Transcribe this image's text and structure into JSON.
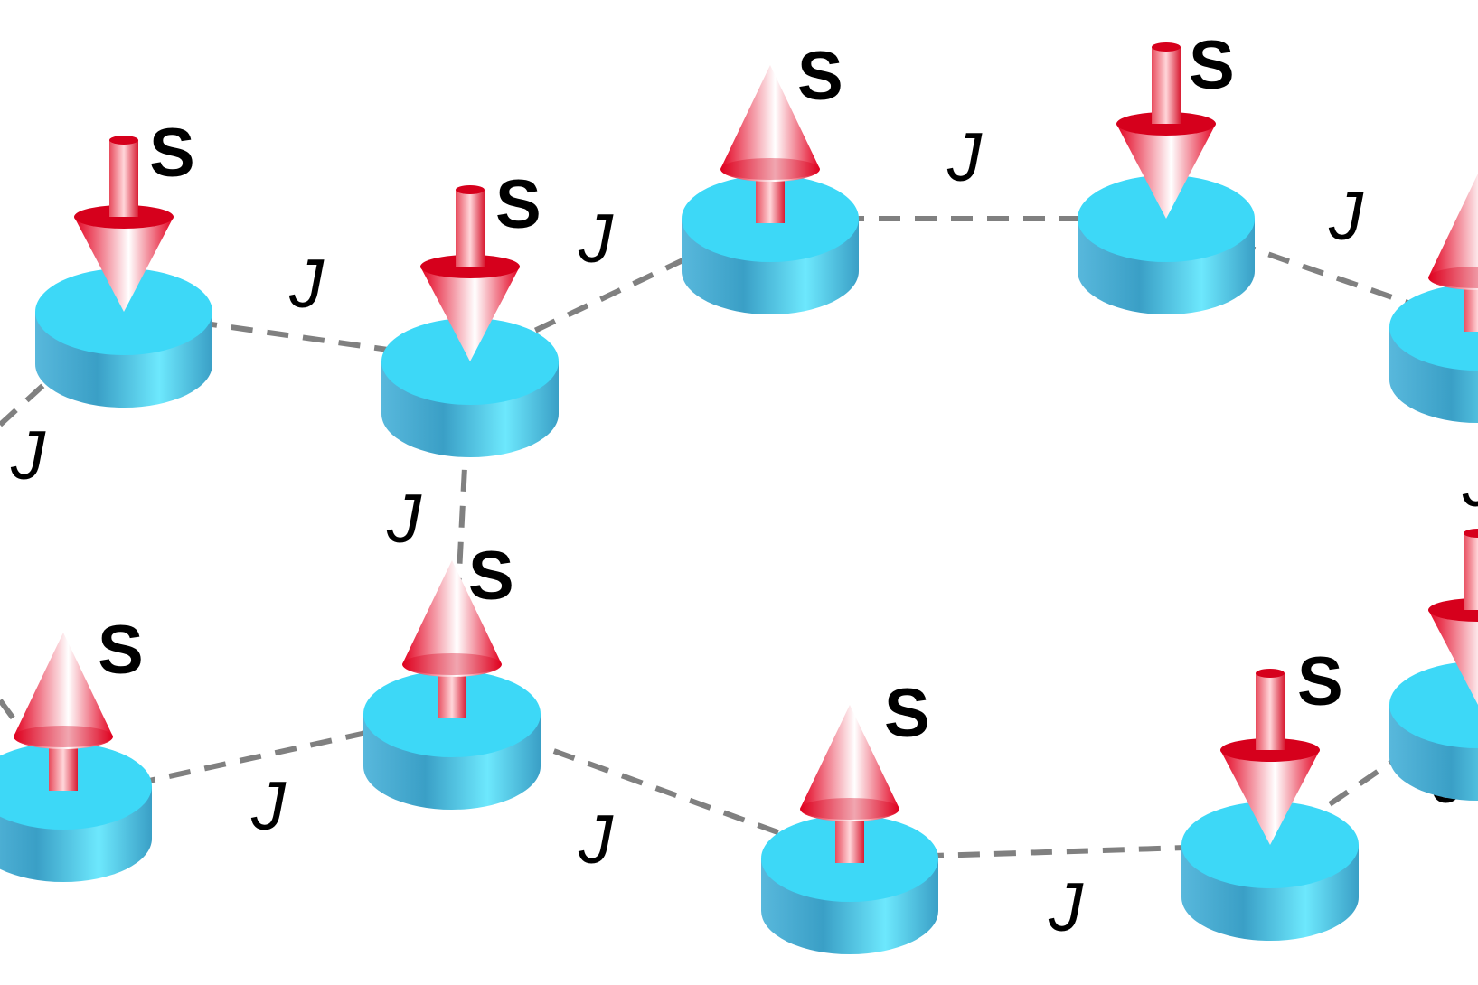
{
  "labels": {
    "spin": "S",
    "coupling": "J"
  },
  "colors": {
    "disk_top": "#3dd8f7",
    "disk_side_dark": "#3a9fc6",
    "disk_side_light": "#66e4fb",
    "arrow_dark": "#d6001c",
    "arrow_light": "#ffffff",
    "bond": "#808080"
  },
  "sites": [
    {
      "id": 1,
      "spin": "down"
    },
    {
      "id": 2,
      "spin": "down"
    },
    {
      "id": 3,
      "spin": "up"
    },
    {
      "id": 4,
      "spin": "down"
    },
    {
      "id": 5,
      "spin": "up"
    },
    {
      "id": 6,
      "spin": "up"
    },
    {
      "id": 7,
      "spin": "up"
    },
    {
      "id": 8,
      "spin": "up"
    },
    {
      "id": 9,
      "spin": "down"
    },
    {
      "id": 10,
      "spin": "down"
    }
  ]
}
